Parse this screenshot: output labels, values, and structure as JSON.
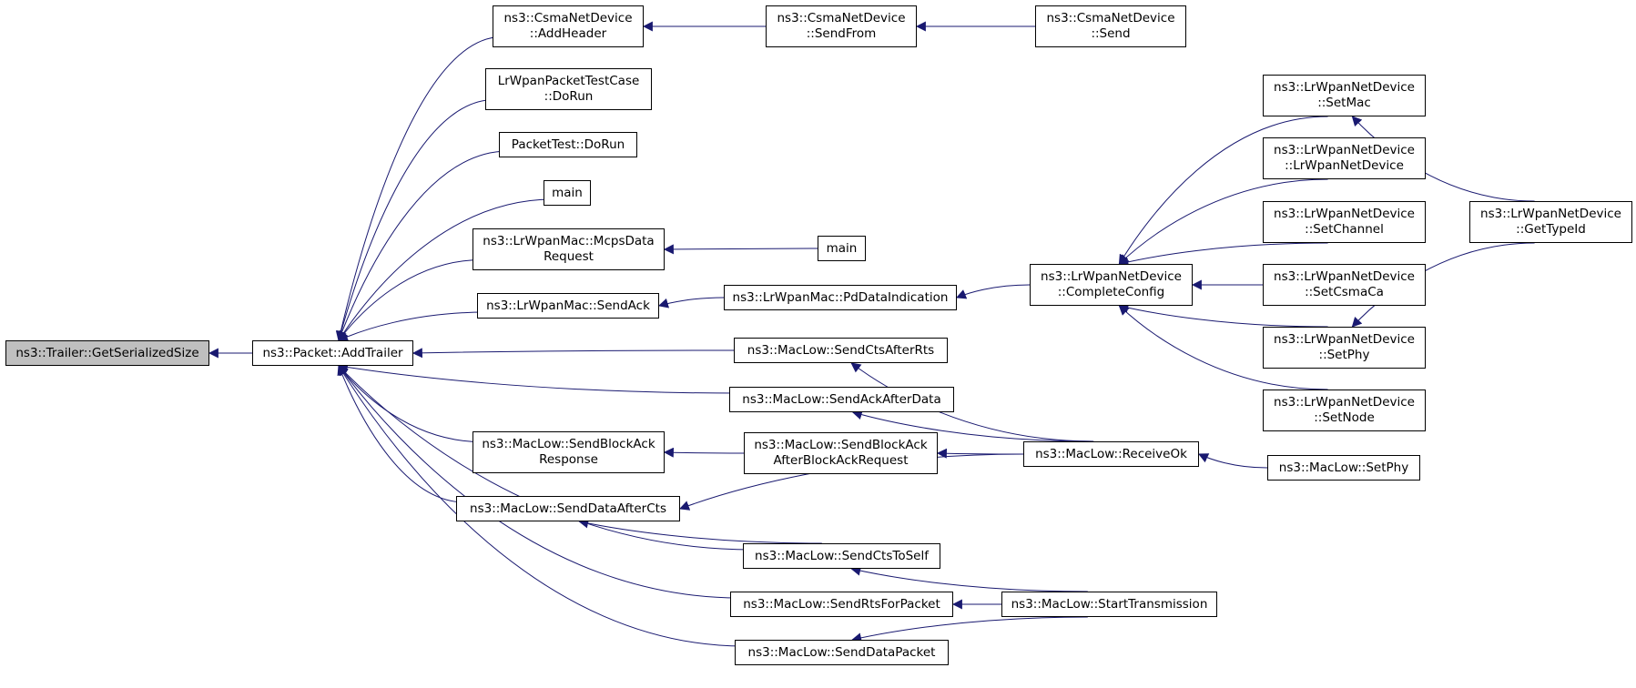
{
  "colors": {
    "edge": "#191970",
    "root_fill": "#bfbfbf",
    "node_fill": "#ffffff",
    "border": "#000000"
  },
  "nodes": {
    "getserializedsize": [
      "ns3::Trailer::GetSerializedSize"
    ],
    "addtrailer": [
      "ns3::Packet::AddTrailer"
    ],
    "csma_addheader": [
      "ns3::CsmaNetDevice",
      "::AddHeader"
    ],
    "csma_sendfrom": [
      "ns3::CsmaNetDevice",
      "::SendFrom"
    ],
    "csma_send": [
      "ns3::CsmaNetDevice",
      "::Send"
    ],
    "lrwpanpackettestcase_dorun": [
      "LrWpanPacketTestCase",
      "::DoRun"
    ],
    "packettest_dorun": [
      "PacketTest::DoRun"
    ],
    "main_a": [
      "main"
    ],
    "mcpsdatarequest": [
      "ns3::LrWpanMac::McpsData",
      "Request"
    ],
    "main_b": [
      "main"
    ],
    "sendack": [
      "ns3::LrWpanMac::SendAck"
    ],
    "pddataindication": [
      "ns3::LrWpanMac::PdDataIndication"
    ],
    "completeconfig": [
      "ns3::LrWpanNetDevice",
      "::CompleteConfig"
    ],
    "setmac": [
      "ns3::LrWpanNetDevice",
      "::SetMac"
    ],
    "lrwpannetdevice_ctor": [
      "ns3::LrWpanNetDevice",
      "::LrWpanNetDevice"
    ],
    "setchannel": [
      "ns3::LrWpanNetDevice",
      "::SetChannel"
    ],
    "setcsmaca": [
      "ns3::LrWpanNetDevice",
      "::SetCsmaCa"
    ],
    "lrwpan_setphy": [
      "ns3::LrWpanNetDevice",
      "::SetPhy"
    ],
    "setnode": [
      "ns3::LrWpanNetDevice",
      "::SetNode"
    ],
    "gettypeid": [
      "ns3::LrWpanNetDevice",
      "::GetTypeId"
    ],
    "sendctsafterrts": [
      "ns3::MacLow::SendCtsAfterRts"
    ],
    "sendackafterdata": [
      "ns3::MacLow::SendAckAfterData"
    ],
    "sendblockackresponse": [
      "ns3::MacLow::SendBlockAck",
      "Response"
    ],
    "sendblockackafterreq": [
      "ns3::MacLow::SendBlockAck",
      "AfterBlockAckRequest"
    ],
    "receiveok": [
      "ns3::MacLow::ReceiveOk"
    ],
    "maclow_setphy": [
      "ns3::MacLow::SetPhy"
    ],
    "senddataaftercts": [
      "ns3::MacLow::SendDataAfterCts"
    ],
    "sendctstoself": [
      "ns3::MacLow::SendCtsToSelf"
    ],
    "sendrtsforpacket": [
      "ns3::MacLow::SendRtsForPacket"
    ],
    "starttransmission": [
      "ns3::MacLow::StartTransmission"
    ],
    "senddatapacket": [
      "ns3::MacLow::SendDataPacket"
    ]
  },
  "edges": [
    [
      "getserializedsize",
      "addtrailer"
    ],
    [
      "addtrailer",
      "csma_addheader"
    ],
    [
      "addtrailer",
      "lrwpanpackettestcase_dorun"
    ],
    [
      "addtrailer",
      "packettest_dorun"
    ],
    [
      "addtrailer",
      "main_a"
    ],
    [
      "addtrailer",
      "mcpsdatarequest"
    ],
    [
      "addtrailer",
      "sendack"
    ],
    [
      "addtrailer",
      "sendctsafterrts"
    ],
    [
      "addtrailer",
      "sendackafterdata"
    ],
    [
      "addtrailer",
      "sendblockackresponse"
    ],
    [
      "addtrailer",
      "senddataaftercts"
    ],
    [
      "addtrailer",
      "sendctstoself"
    ],
    [
      "addtrailer",
      "sendrtsforpacket"
    ],
    [
      "addtrailer",
      "senddatapacket"
    ],
    [
      "csma_addheader",
      "csma_sendfrom"
    ],
    [
      "csma_sendfrom",
      "csma_send"
    ],
    [
      "mcpsdatarequest",
      "main_b"
    ],
    [
      "sendack",
      "pddataindication"
    ],
    [
      "pddataindication",
      "completeconfig"
    ],
    [
      "completeconfig",
      "setmac"
    ],
    [
      "completeconfig",
      "lrwpannetdevice_ctor"
    ],
    [
      "completeconfig",
      "setchannel"
    ],
    [
      "completeconfig",
      "setcsmaca"
    ],
    [
      "completeconfig",
      "lrwpan_setphy"
    ],
    [
      "completeconfig",
      "setnode"
    ],
    [
      "setmac",
      "gettypeid"
    ],
    [
      "lrwpan_setphy",
      "gettypeid"
    ],
    [
      "sendctsafterrts",
      "receiveok"
    ],
    [
      "sendackafterdata",
      "receiveok"
    ],
    [
      "sendblockackresponse",
      "sendblockackafterreq"
    ],
    [
      "sendblockackafterreq",
      "receiveok"
    ],
    [
      "senddataaftercts",
      "receiveok"
    ],
    [
      "receiveok",
      "maclow_setphy"
    ],
    [
      "senddataaftercts",
      "sendctstoself"
    ],
    [
      "sendctstoself",
      "starttransmission"
    ],
    [
      "sendrtsforpacket",
      "starttransmission"
    ],
    [
      "senddatapacket",
      "starttransmission"
    ]
  ]
}
